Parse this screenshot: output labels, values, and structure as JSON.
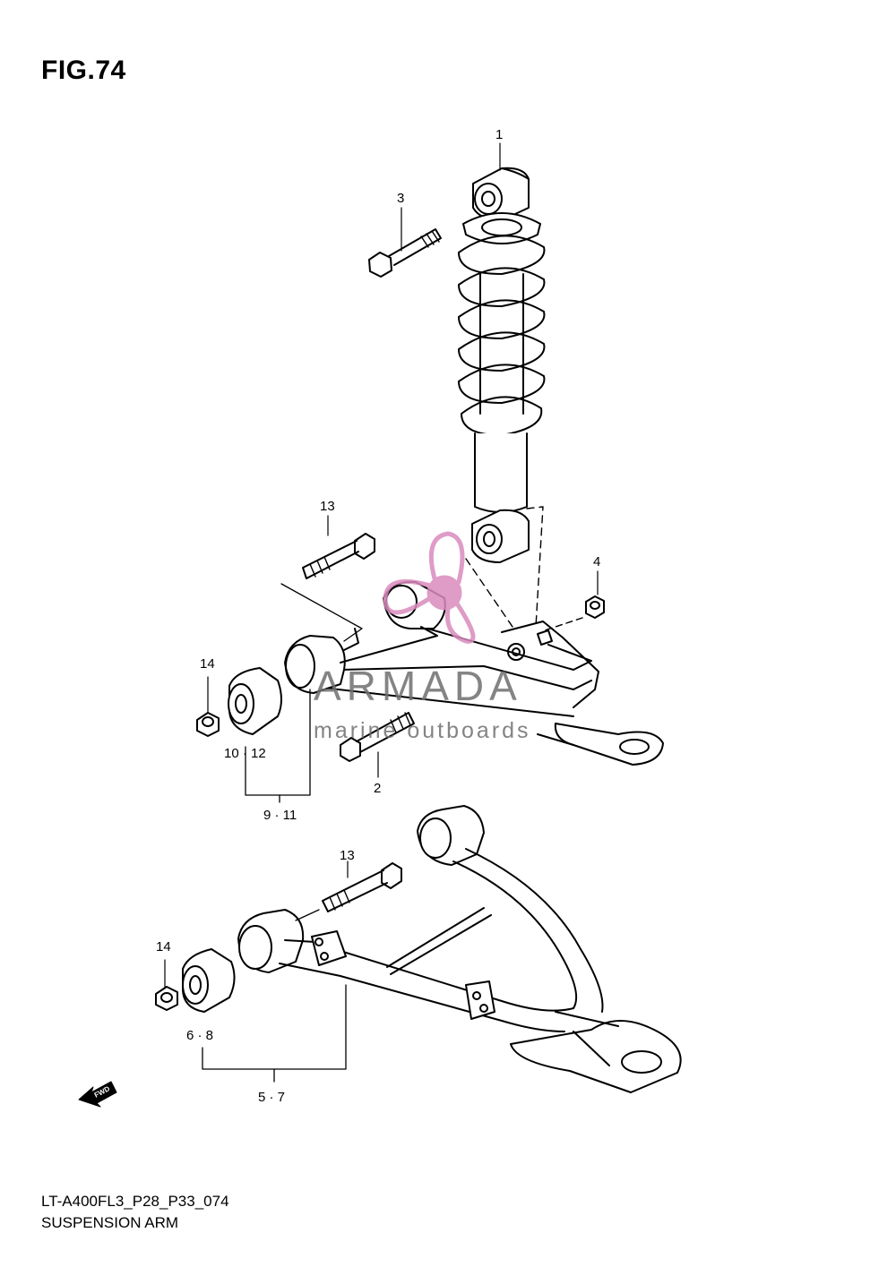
{
  "figure_title": "FIG.74",
  "footer": {
    "code": "LT-A400FL3_P28_P33_074",
    "name": "SUSPENSION ARM"
  },
  "callouts": {
    "c1": "1",
    "c2": "2",
    "c3": "3",
    "c4": "4",
    "c5_7": "5 · 7",
    "c6_8": "6 · 8",
    "c9_11": "9 · 11",
    "c10_12": "10 · 12",
    "c13_upper": "13",
    "c13_lower": "13",
    "c14_upper": "14",
    "c14_lower": "14"
  },
  "fwd_label": "FWD",
  "watermark": {
    "brand": "ARMADA",
    "tagline": "marine outboards",
    "logo_color": "#d98bbd",
    "text_color": "#6f6f6f"
  }
}
